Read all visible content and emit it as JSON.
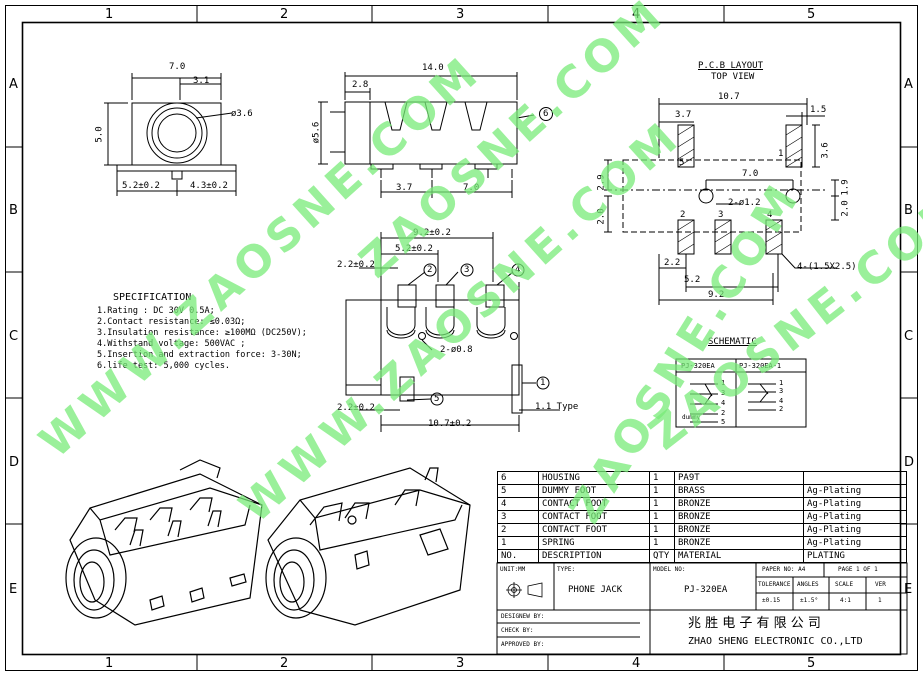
{
  "frame": {
    "col_markers": [
      "1",
      "2",
      "3",
      "4",
      "5"
    ],
    "row_markers": [
      "A",
      "B",
      "C",
      "D",
      "E"
    ]
  },
  "front_view": {
    "dims": {
      "width_top": "7.0",
      "offset": "3.1",
      "hole": "ø3.6",
      "height": "5.0",
      "pos_left": "5.2±0.2",
      "pos_right": "4.3±0.2"
    }
  },
  "side_view": {
    "dims": {
      "length": "14.0",
      "front": "2.8",
      "dia": "ø5.6",
      "pin_a": "3.7",
      "pin_b": "7.0"
    },
    "callout": "6"
  },
  "pcb_layout": {
    "title": "P.C.B LAYOUT",
    "subtitle": "TOP VIEW",
    "dims": {
      "w": "10.7",
      "d1": "3.7",
      "d2": "1.5",
      "d3": "3.6",
      "d4": "7.0",
      "d5": "2.9",
      "d6": "2-ø1.2",
      "d7": "2.0",
      "d8": "1.9",
      "d9": "2.0",
      "d10": "2.2",
      "d11": "5.2",
      "d12": "9.2",
      "pad": "4-(1.5X2.5)"
    },
    "pad_labels": [
      "5",
      "1",
      "2",
      "3",
      "4"
    ]
  },
  "top_view": {
    "dims": {
      "a": "9.2±0.2",
      "b": "5.2±0.2",
      "c": "2.2±0.2",
      "hole": "2-ø0.8",
      "d": "2.2±0.2",
      "e": "10.7±0.2",
      "type": "1.1 Type"
    },
    "callouts": [
      "2",
      "3",
      "4",
      "5",
      "1"
    ]
  },
  "specification": {
    "title": "SPECIFICATION",
    "lines": [
      "1.Rating : DC 30V 0.5A;",
      "2.Contact resistance: ≤0.03Ω;",
      "3.Insulation resistance: ≥100MΩ (DC250V);",
      "4.Withstand voltage: 500VAC ;",
      "5.Insertion and extraction force: 3-30N;",
      "6.life test: 5,000 cycles."
    ]
  },
  "schematic": {
    "title": "SCHEMATIC",
    "models": [
      "PJ-320EA",
      "PJ-320EA-1"
    ],
    "left_pins": [
      "1",
      "3",
      "4",
      "2",
      "5"
    ],
    "right_pins": [
      "1",
      "3",
      "4",
      "2"
    ],
    "dummy": "dummy"
  },
  "bom": {
    "rows": [
      {
        "no": "6",
        "desc": "HOUSING",
        "qty": "1",
        "mat": "PA9T",
        "plating": ""
      },
      {
        "no": "5",
        "desc": "DUMMY FOOT",
        "qty": "1",
        "mat": "BRASS",
        "plating": "Ag-Plating"
      },
      {
        "no": "4",
        "desc": "CONTACT FOOT",
        "qty": "1",
        "mat": "BRONZE",
        "plating": "Ag-Plating"
      },
      {
        "no": "3",
        "desc": "CONTACT FOOT",
        "qty": "1",
        "mat": "BRONZE",
        "plating": "Ag-Plating"
      },
      {
        "no": "2",
        "desc": "CONTACT FOOT",
        "qty": "1",
        "mat": "BRONZE",
        "plating": "Ag-Plating"
      },
      {
        "no": "1",
        "desc": "SPRING",
        "qty": "1",
        "mat": "BRONZE",
        "plating": "Ag-Plating"
      }
    ],
    "header": {
      "no": "NO.",
      "desc": "DESCRIPTION",
      "qty": "QTY",
      "mat": "MATERIAL",
      "plating": "PLATING"
    }
  },
  "title_block": {
    "unit": "UNIT:MM",
    "type_label": "TYPE:",
    "type_value": "PHONE JACK",
    "model_label": "MODEL NO:",
    "model_value": "PJ-320EA",
    "paper": "PAPER NO: A4",
    "page": "PAGE 1 OF 1",
    "tolerance_label": "TOLERANCE",
    "angles_label": "ANGLES",
    "scale_label": "SCALE",
    "ver_label": "VER",
    "tolerance": "±0.15",
    "angles": "±1.5°",
    "scale": "4:1",
    "ver": "1",
    "designed": "DESIGNEW BY:",
    "check": "CHECK   BY:",
    "approved": "APPROVED BY:",
    "company_cn": "兆 胜 电 子 有 限 公 司",
    "company_en": "ZHAO SHENG ELECTRONIC CO.,LTD"
  },
  "watermark": "ZAOSNE.COM",
  "watermark2": "WWW.ZAOSNE.COM"
}
